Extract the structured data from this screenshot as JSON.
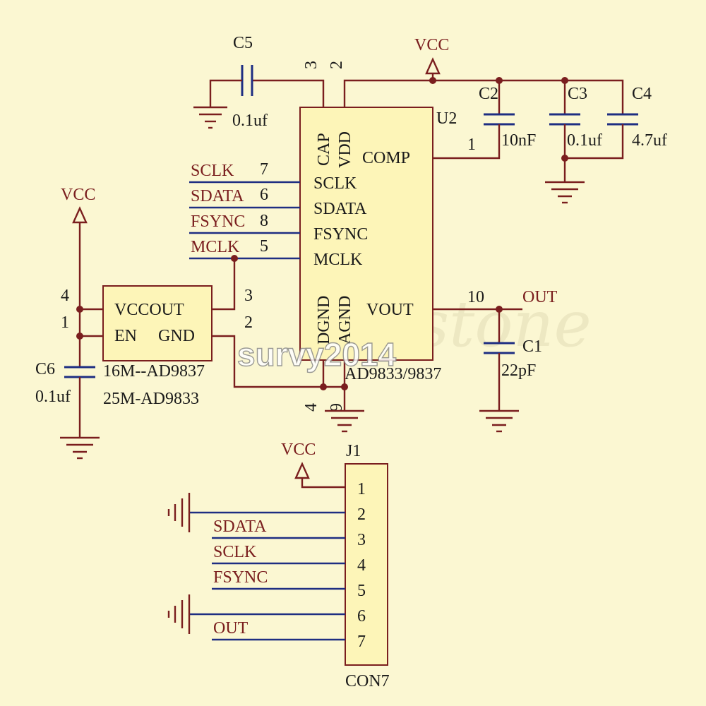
{
  "ic_u2": {
    "ref": "U2",
    "part": "AD9833/9837",
    "pins": {
      "cap": "CAP",
      "vdd": "VDD",
      "comp": "COMP",
      "sclk": "SCLK",
      "sdata": "SDATA",
      "fsync": "FSYNC",
      "mclk": "MCLK",
      "dgnd": "DGND",
      "agnd": "AGND",
      "vout": "VOUT"
    },
    "pin_numbers": {
      "cap": "3",
      "vdd": "2",
      "comp": "1",
      "sclk": "7",
      "sdata": "6",
      "fsync": "8",
      "mclk": "5",
      "vout": "10",
      "dgnd": "4",
      "agnd": "9"
    }
  },
  "oscillator": {
    "pins": {
      "vccout": "VCCOUT",
      "en": "EN",
      "gnd": "GND"
    },
    "pin_numbers": {
      "vcc": "4",
      "en": "1",
      "out": "3",
      "gnd": "2"
    },
    "note_1": "16M--AD9837",
    "note_2": "25M-AD9833"
  },
  "nets": {
    "sclk": "SCLK",
    "sdata": "SDATA",
    "fsync": "FSYNC",
    "mclk": "MCLK",
    "out": "OUT"
  },
  "power": {
    "vcc": "VCC"
  },
  "capacitors": {
    "c1": {
      "ref": "C1",
      "value": "22pF"
    },
    "c2": {
      "ref": "C2",
      "value": "10nF"
    },
    "c3": {
      "ref": "C3",
      "value": "0.1uf"
    },
    "c4": {
      "ref": "C4",
      "value": "4.7uf"
    },
    "c5": {
      "ref": "C5",
      "value": "0.1uf"
    },
    "c6": {
      "ref": "C6",
      "value": "0.1uf"
    }
  },
  "connector": {
    "ref": "J1",
    "part": "CON7",
    "pins": [
      "1",
      "2",
      "3",
      "4",
      "5",
      "6",
      "7"
    ],
    "net_labels": {
      "p3": "SDATA",
      "p4": "SCLK",
      "p5": "FSYNC",
      "p7": "OUT"
    }
  },
  "watermark": {
    "main": "survy2014",
    "faint": "stone"
  }
}
